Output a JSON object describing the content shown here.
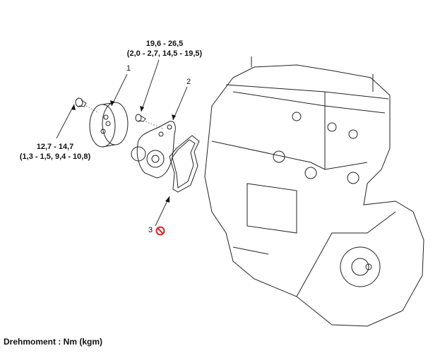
{
  "torque_labels": {
    "water_pump_bolt": {
      "nm": "19,6 - 26,5",
      "alt": "(2,0 - 2,7, 14,5 - 19,5)"
    },
    "pulley_bolt": {
      "nm": "12,7 - 14,7",
      "alt": "(1,3 - 1,5, 9,4 - 10,8)"
    }
  },
  "callouts": {
    "pulley": "1",
    "water_pump": "2",
    "gasket": "3"
  },
  "icons": {
    "gasket_replace": "no-reuse-icon"
  },
  "colors": {
    "no_reuse": "#d9262b"
  },
  "footer": "Drehmoment : Nm (kgm)"
}
